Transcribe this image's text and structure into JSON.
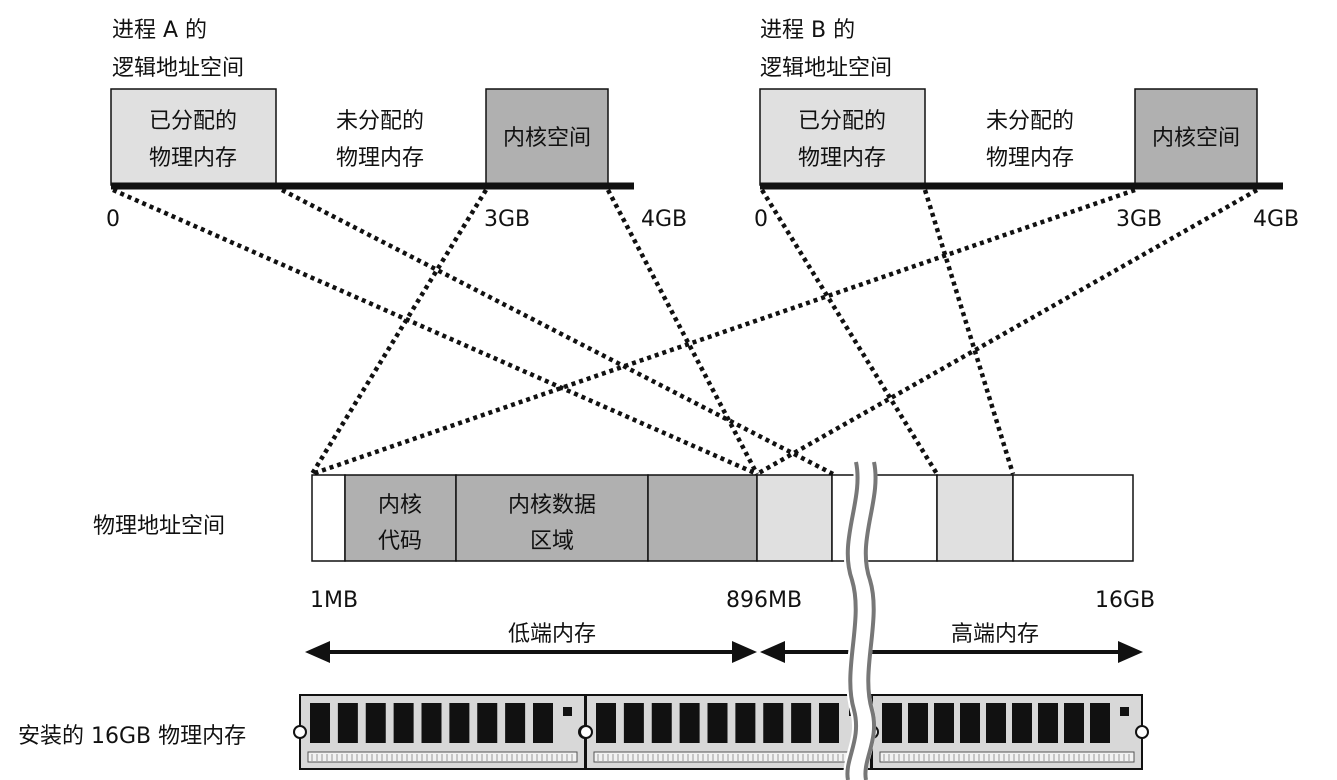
{
  "process_a": {
    "title_line1": "进程 A 的",
    "title_line2": "逻辑地址空间",
    "allocated": [
      "已分配的",
      "物理内存"
    ],
    "unallocated": [
      "未分配的",
      "物理内存"
    ],
    "kernel": "内核空间",
    "tick_0": "0",
    "tick_3gb": "3GB",
    "tick_4gb": "4GB"
  },
  "process_b": {
    "title_line1": "进程 B 的",
    "title_line2": "逻辑地址空间",
    "allocated": [
      "已分配的",
      "物理内存"
    ],
    "unallocated": [
      "未分配的",
      "物理内存"
    ],
    "kernel": "内核空间",
    "tick_0": "0",
    "tick_3gb": "3GB",
    "tick_4gb": "4GB"
  },
  "physical": {
    "label": "物理地址空间",
    "kernel_code": [
      "内核",
      "代码"
    ],
    "kernel_data": [
      "内核数据",
      "区域"
    ],
    "tick_1mb": "1MB",
    "tick_896mb": "896MB",
    "tick_16gb": "16GB",
    "low_memory": "低端内存",
    "high_memory": "高端内存"
  },
  "ram": {
    "label": "安装的 16GB 物理内存"
  }
}
